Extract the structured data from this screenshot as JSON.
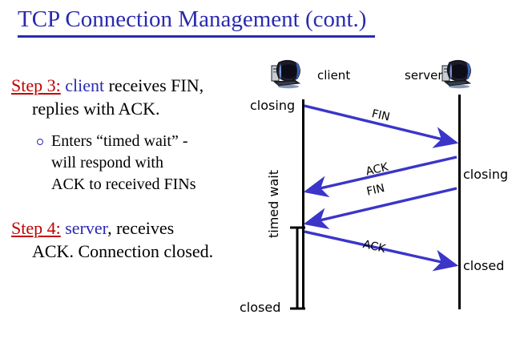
{
  "slide": {
    "title": "TCP Connection Management (cont.)",
    "title_color": "#2a2ab0",
    "accent_red": "#c00000",
    "arrow_color": "#3b35c8",
    "background": "#ffffff"
  },
  "body": {
    "step3": {
      "keyword": "Step 3:",
      "host": "client",
      "text_line1": " receives FIN,",
      "text_line2": "replies with ACK."
    },
    "subbullet": {
      "bullet_icon": "circle-outline-bullet",
      "line1": "Enters “timed wait” -",
      "line2": "will respond with",
      "line3": "ACK to received FINs"
    },
    "step4": {
      "keyword": "Step 4:",
      "host": "server",
      "text_line1": ", receives",
      "text_line2": "ACK.  Connection closed."
    }
  },
  "diagram": {
    "hosts": [
      {
        "name": "client",
        "label": "client",
        "icon": "desktop-computer-icon"
      },
      {
        "name": "server",
        "label": "server",
        "icon": "desktop-computer-icon"
      }
    ],
    "states": [
      {
        "id": "client-closing",
        "label": "closing",
        "side": "client"
      },
      {
        "id": "server-closing",
        "label": "closing",
        "side": "server"
      },
      {
        "id": "server-closed",
        "label": "closed",
        "side": "server"
      },
      {
        "id": "client-closed",
        "label": "closed",
        "side": "client"
      }
    ],
    "timed_wait_label": "timed wait",
    "messages": [
      {
        "id": "fin-1",
        "label": "FIN",
        "from": "client",
        "to": "server"
      },
      {
        "id": "ack-1",
        "label": "ACK",
        "from": "server",
        "to": "client"
      },
      {
        "id": "fin-2",
        "label": "FIN",
        "from": "server",
        "to": "client"
      },
      {
        "id": "ack-2",
        "label": "ACK",
        "from": "client",
        "to": "server"
      }
    ]
  }
}
